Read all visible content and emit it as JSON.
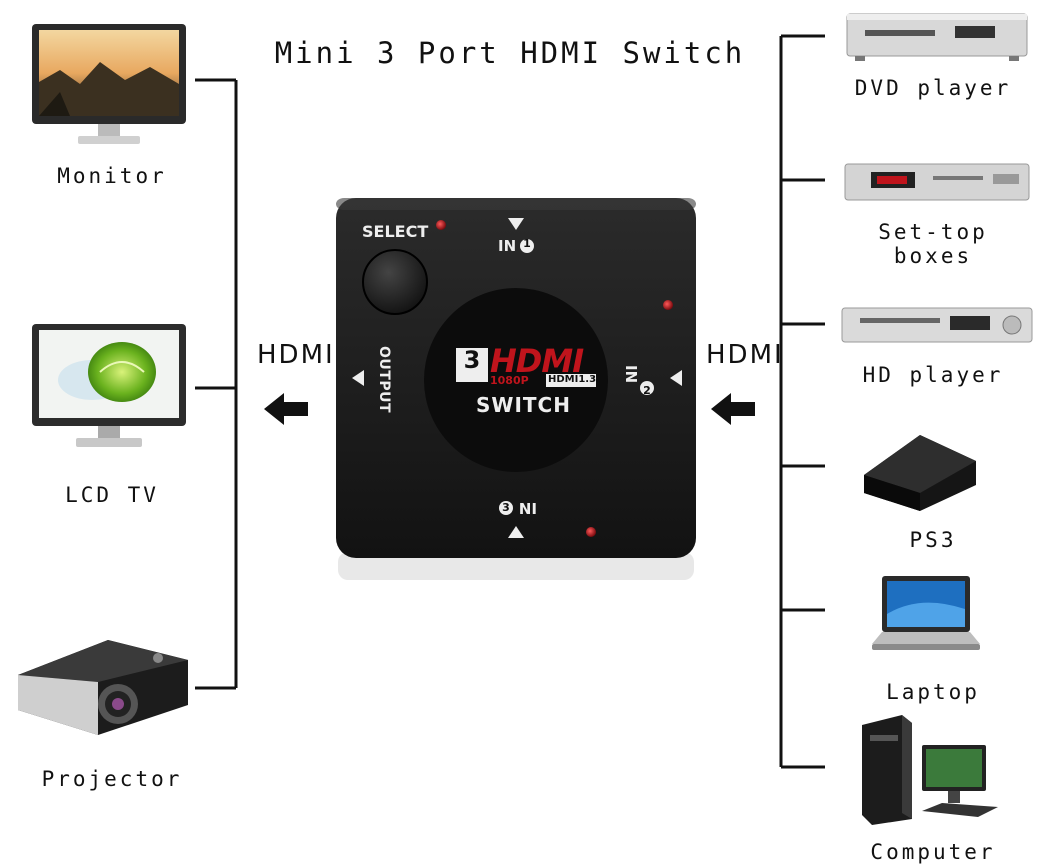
{
  "title": "Mini 3 Port HDMI Switch",
  "outputs": [
    {
      "label": "Monitor",
      "icon": "monitor-icon"
    },
    {
      "label": "LCD TV",
      "icon": "lcd-tv-icon"
    },
    {
      "label": "Projector",
      "icon": "projector-icon"
    }
  ],
  "inputs": [
    {
      "label": "DVD player",
      "icon": "dvd-player-icon"
    },
    {
      "label": "Set-top boxes",
      "icon": "set-top-box-icon"
    },
    {
      "label": "HD player",
      "icon": "hd-player-icon"
    },
    {
      "label": "PS3",
      "icon": "ps3-console-icon"
    },
    {
      "label": "Laptop",
      "icon": "laptop-icon"
    },
    {
      "label": "Computer",
      "icon": "computer-icon"
    }
  ],
  "hdmi_left": "HDMI",
  "hdmi_right": "HDMI",
  "switch": {
    "select_label": "SELECT",
    "in1": "IN",
    "in2": "IN",
    "in3": "IN",
    "in1_num": "1",
    "in2_num": "2",
    "in3_num": "3",
    "output_label": "OUTPUT",
    "logo_num": "3",
    "logo_text": "HDMI",
    "logo_sub": "1080P",
    "logo_ver": "HDMI1.3",
    "logo_switch": "SWITCH"
  },
  "colors": {
    "body": "#1a1a1a",
    "led": "#c0141c",
    "line": "#111111"
  }
}
